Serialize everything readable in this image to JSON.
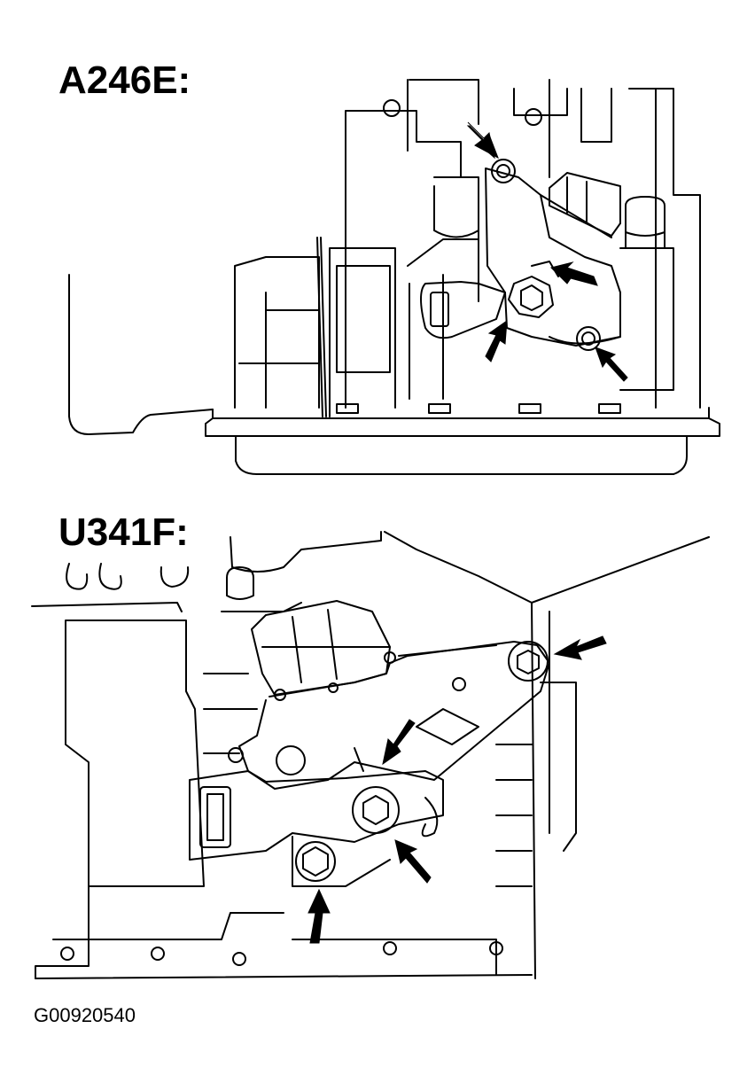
{
  "diagram": {
    "top_label": "A246E:",
    "bottom_label": "U341F:",
    "figure_code": "G00920540"
  },
  "colors": {
    "ink": "#000000",
    "paper": "#ffffff"
  }
}
